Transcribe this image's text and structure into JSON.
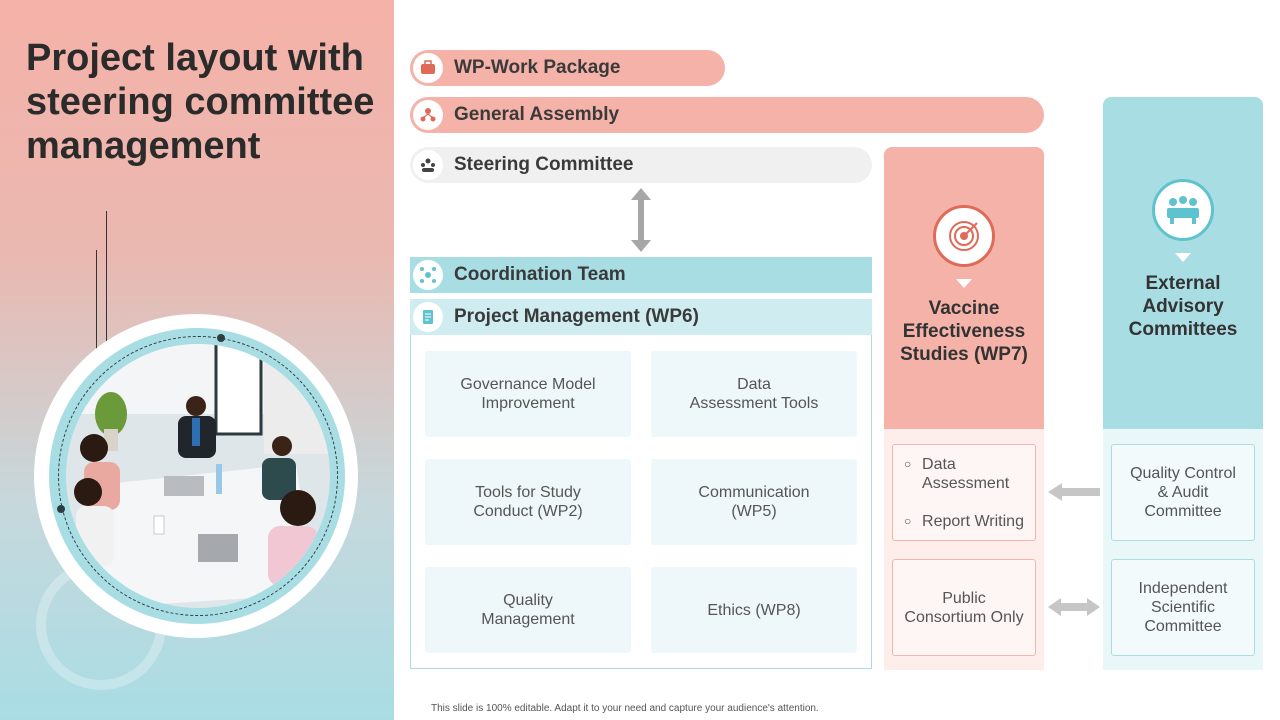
{
  "slide": {
    "title": "Project layout with steering committee management",
    "footer": "This slide is 100% editable. Adapt it to your need and capture your audience's attention."
  },
  "header_bars": [
    {
      "label": "WP-Work Package",
      "icon": "briefcase-icon"
    },
    {
      "label": "General Assembly",
      "icon": "people-network-icon"
    },
    {
      "label": "Steering Committee",
      "icon": "group-icon"
    }
  ],
  "coordination": {
    "label": "Coordination Team",
    "icon": "network-icon"
  },
  "project_management": {
    "label": "Project Management (WP6)",
    "icon": "document-icon",
    "cells": [
      "Governance Model\nImprovement",
      "Data\nAssessment Tools",
      "Tools for Study\nConduct (WP2)",
      "Communication\n(WP5)",
      "Quality\nManagement",
      "Ethics (WP8)"
    ]
  },
  "vaccine_column": {
    "title": "Vaccine\nEffectiveness\nStudies (WP7)",
    "icon": "target-icon",
    "bullets": [
      "Data\nAssessment",
      "Report Writing"
    ],
    "box2": "Public\nConsortium Only"
  },
  "advisory_column": {
    "title": "External\nAdvisory\nCommittees",
    "icon": "meeting-table-icon",
    "box1": "Quality Control\n& Audit\nCommittee",
    "box2": "Independent\nScientific\nCommittee"
  },
  "colors": {
    "pink": "#f5b2a8",
    "teal": "#a9dde4",
    "light_gray": "#f0f0f0",
    "icon_red": "#e06a58",
    "icon_teal": "#5fc3cf"
  }
}
